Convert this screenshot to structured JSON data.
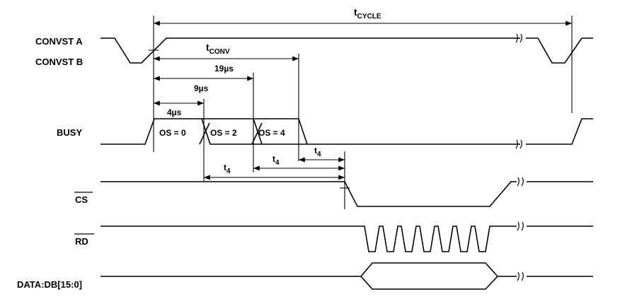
{
  "signals": {
    "convst_a": "CONVST A",
    "convst_b": "CONVST B",
    "busy": "BUSY",
    "cs": "CS",
    "rd": "RD",
    "data": "DATA:DB[15:0]"
  },
  "timing": {
    "tcycle": {
      "base": "t",
      "sub": "CYCLE"
    },
    "tconv": {
      "base": "t",
      "sub": "CONV"
    },
    "t19": "19µs",
    "t9": "9µs",
    "t4": "4µs",
    "t4a": {
      "base": "t",
      "sub": "4"
    },
    "t4b": {
      "base": "t",
      "sub": "4"
    },
    "t4c": {
      "base": "t",
      "sub": "4"
    }
  },
  "busy_states": {
    "os0": "OS = 0",
    "os2": "OS = 2",
    "os4": "OS = 4"
  }
}
